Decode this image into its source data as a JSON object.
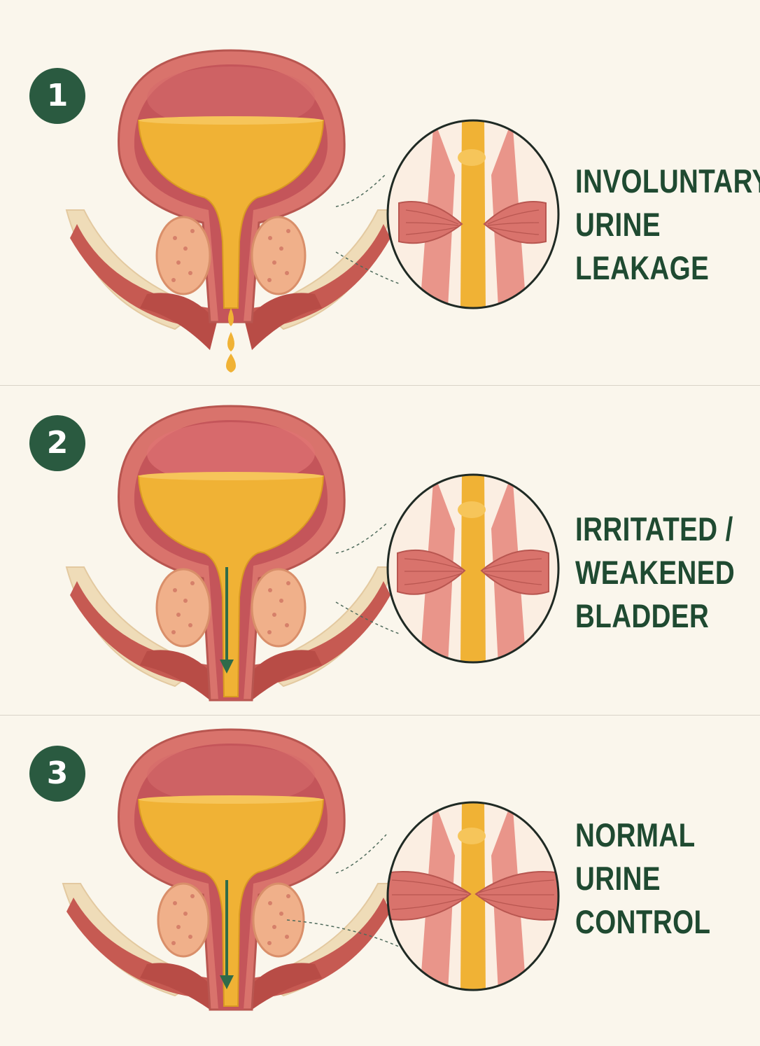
{
  "panels": [
    {
      "number": "1",
      "caption_lines": [
        "INVOLUNTARY",
        "URINE",
        "LEAKAGE"
      ],
      "sphincter_state": "relaxed",
      "flow_indicator": "drips"
    },
    {
      "number": "2",
      "caption_lines": [
        "IRRITATED /",
        "WEAKENED",
        "BLADDER"
      ],
      "sphincter_state": "partially-contracted",
      "flow_indicator": "arrow-down"
    },
    {
      "number": "3",
      "caption_lines": [
        "NORMAL",
        "URINE",
        "CONTROL"
      ],
      "sphincter_state": "contracted",
      "flow_indicator": "arrow-down"
    }
  ],
  "colors": {
    "background": "#faf6ec",
    "badge": "#2a5a40",
    "caption_text": "#1f4a31",
    "tissue": "#d46a64",
    "urine": "#f0b235",
    "prostate": "#f0b08a",
    "arrow": "#2f6b4a"
  }
}
